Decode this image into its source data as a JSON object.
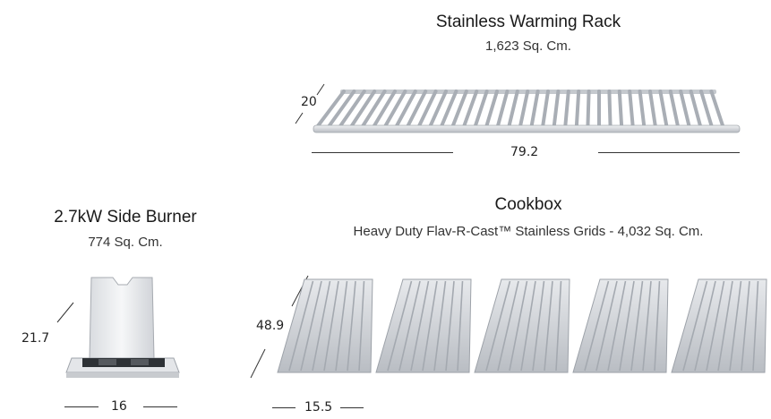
{
  "warming_rack": {
    "title": "Stainless Warming Rack",
    "area": "1,623 Sq. Cm.",
    "depth": "20",
    "width": "79.2"
  },
  "side_burner": {
    "title": "2.7kW Side Burner",
    "area": "774 Sq. Cm.",
    "depth": "21.7",
    "width": "16"
  },
  "cookbox": {
    "title": "Cookbox",
    "subtitle": "Heavy Duty Flav-R-Cast™ Stainless Grids - 4,032 Sq. Cm.",
    "depth": "48.9",
    "width": "15.5"
  },
  "colors": {
    "steel_light": "#e9ebee",
    "steel_mid": "#c9ccd1",
    "steel_dark": "#9ea3aa"
  }
}
